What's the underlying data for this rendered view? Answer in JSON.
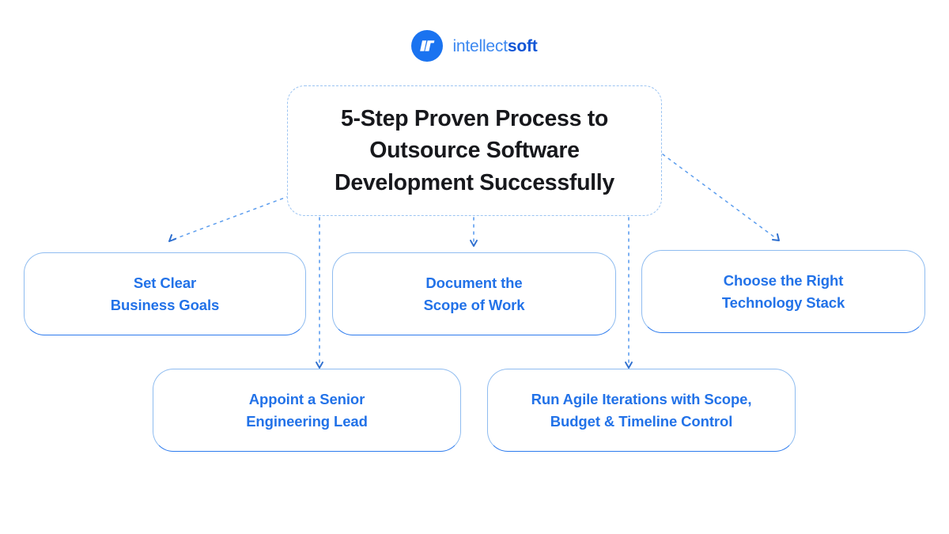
{
  "brand": {
    "mark_icon": "intellectsoft-logo-icon",
    "name_light": "intellect",
    "name_bold": "soft",
    "mark_color": "#1A73F0",
    "light_color": "#3C88F0",
    "bold_color": "#1156D6"
  },
  "title": {
    "text": "5-Step Proven Process to\nOutsource Software\nDevelopment Successfully",
    "color": "#17181C",
    "border_color": "#9CC4F2",
    "border_style": "dashed"
  },
  "theme": {
    "background": "#FFFFFF",
    "accent_blue": "#2272E8",
    "card_border": "#8FBCF0",
    "card_border_bottom": "#2D7BEE",
    "connector_color": "#5C9DEE"
  },
  "steps": [
    {
      "index": 1,
      "label": "Set Clear\nBusiness Goals",
      "row": "top",
      "column": 1
    },
    {
      "index": 2,
      "label": "Document the\nScope of Work",
      "row": "top",
      "column": 2
    },
    {
      "index": 3,
      "label": "Choose the Right\nTechnology Stack",
      "row": "top",
      "column": 3
    },
    {
      "index": 4,
      "label": "Appoint a Senior\nEngineering Lead",
      "row": "bottom",
      "column": 1
    },
    {
      "index": 5,
      "label": "Run Agile Iterations with Scope,\nBudget & Timeline Control",
      "row": "bottom",
      "column": 2
    }
  ],
  "connectors": [
    {
      "name": "title-to-step-1",
      "kind": "diagonal-left",
      "arrow": "down-left"
    },
    {
      "name": "title-to-step-2",
      "kind": "vertical",
      "arrow": "down"
    },
    {
      "name": "title-to-step-3",
      "kind": "diagonal-right",
      "arrow": "down-right"
    },
    {
      "name": "title-to-step-4",
      "kind": "vertical-long",
      "arrow": "down"
    },
    {
      "name": "title-to-step-5",
      "kind": "vertical-long",
      "arrow": "down"
    }
  ]
}
